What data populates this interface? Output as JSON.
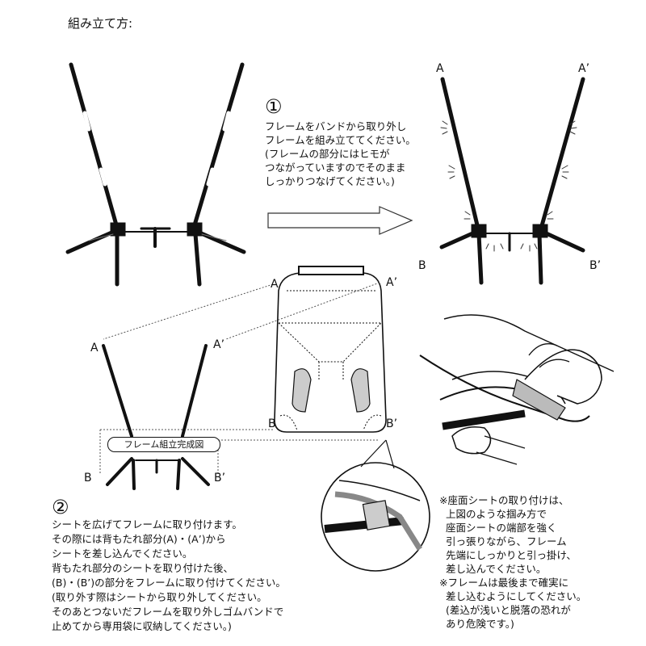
{
  "title": "組み立て方:",
  "step1": {
    "number": "①",
    "lines": [
      "フレームをバンドから取り外し",
      "フレームを組み立ててください。",
      "(フレームの部分にはヒモが",
      "つながっていますのでそのまま",
      "しっかりつなげてください。)"
    ]
  },
  "step2": {
    "number": "②",
    "lines": [
      "シートを広げてフレームに取り付けます。",
      "その際には背もたれ部分(A)・(A’)から",
      "シートを差し込んでください。",
      "背もたれ部分のシートを取り付けた後、",
      "(B)・(B’)の部分をフレームに取り付けてください。",
      "(取り外す際はシートから取り外してください。",
      "そのあとつないだフレームを取り外しゴムバンドで",
      "止めてから専用袋に収納してください。)"
    ]
  },
  "note": {
    "lines": [
      "※座面シートの取り付けは、",
      "  上図のような掴み方で",
      "  座面シートの端部を強く",
      "  引っ張りながら、フレーム",
      "  先端にしっかりと引っ掛け、",
      "  差し込んでください。",
      "※フレームは最後まで確実に",
      "  差し込むようにしてください。",
      "  (差込が浅いと脱落の恐れが",
      "  あり危険です。)"
    ]
  },
  "labels": {
    "top_right_a": "A",
    "top_right_a2": "A’",
    "top_right_b": "B",
    "top_right_b2": "B’",
    "seat_a": "A",
    "seat_a2": "A’",
    "seat_b": "B",
    "seat_b2": "B’",
    "frame_a": "A",
    "frame_a2": "A’",
    "frame_b": "B",
    "frame_b2": "B’"
  },
  "complete_label": "フレーム組立完成図"
}
